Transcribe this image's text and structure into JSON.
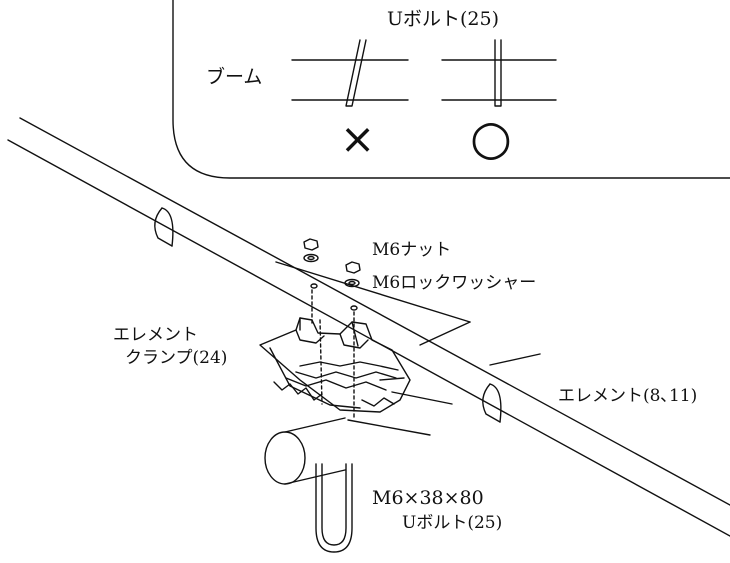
{
  "inset": {
    "top_label": "Uボルト(25)",
    "boom_label": "ブーム",
    "wrong_symbol": "×",
    "correct_symbol": "○"
  },
  "parts": {
    "nut": "M6ナット",
    "lock_washer": "M6ロックワッシャー",
    "element_clamp_line1": "エレメント",
    "element_clamp_line2": "クランプ(24)",
    "element": "エレメント(8､11)",
    "ubolt_size": "M6×38×80",
    "ubolt_name": "Uボルト(25)"
  },
  "colors": {
    "line": "#111111",
    "background": "#ffffff"
  }
}
